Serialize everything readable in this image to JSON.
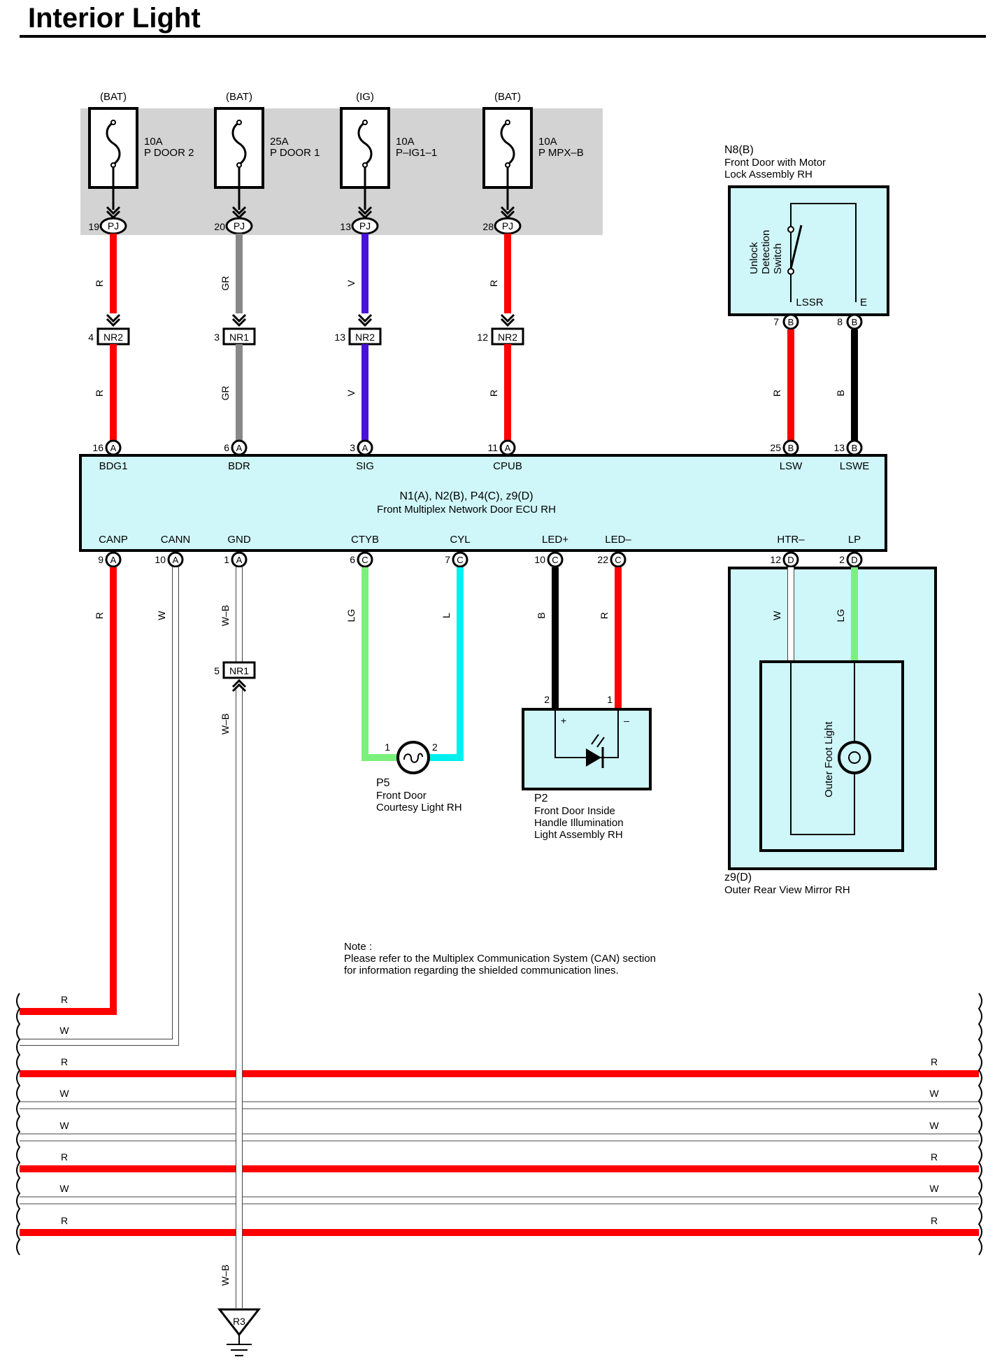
{
  "title": "Interior Light",
  "fuses": [
    {
      "source": "(BAT)",
      "amp": "10A",
      "name": "P DOOR 2",
      "pin": "19",
      "conn": "PJ"
    },
    {
      "source": "(BAT)",
      "amp": "25A",
      "name": "P DOOR 1",
      "pin": "20",
      "conn": "PJ"
    },
    {
      "source": "(IG)",
      "amp": "10A",
      "name": "P–IG1–1",
      "pin": "13",
      "conn": "PJ"
    },
    {
      "source": "(BAT)",
      "amp": "10A",
      "name": "P MPX–B",
      "pin": "28",
      "conn": "PJ"
    }
  ],
  "junctions": [
    {
      "pin": "4",
      "conn": "NR2"
    },
    {
      "pin": "3",
      "conn": "NR1"
    },
    {
      "pin": "13",
      "conn": "NR2"
    },
    {
      "pin": "12",
      "conn": "NR2"
    }
  ],
  "ecu": {
    "id": "N1(A), N2(B), P4(C), z9(D)",
    "name": "Front Multiplex Network Door ECU RH",
    "top_pins": [
      {
        "pin": "16",
        "conn": "A",
        "label": "BDG1"
      },
      {
        "pin": "6",
        "conn": "A",
        "label": "BDR"
      },
      {
        "pin": "3",
        "conn": "A",
        "label": "SIG"
      },
      {
        "pin": "11",
        "conn": "A",
        "label": "CPUB"
      },
      {
        "pin": "25",
        "conn": "B",
        "label": "LSW"
      },
      {
        "pin": "13",
        "conn": "B",
        "label": "LSWE"
      }
    ],
    "bottom_pins": [
      {
        "pin": "9",
        "conn": "A",
        "label": "CANP"
      },
      {
        "pin": "10",
        "conn": "A",
        "label": "CANN"
      },
      {
        "pin": "1",
        "conn": "A",
        "label": "GND"
      },
      {
        "pin": "6",
        "conn": "C",
        "label": "CTYB"
      },
      {
        "pin": "7",
        "conn": "C",
        "label": "CYL"
      },
      {
        "pin": "10",
        "conn": "C",
        "label": "LED+"
      },
      {
        "pin": "22",
        "conn": "C",
        "label": "LED–"
      },
      {
        "pin": "12",
        "conn": "D",
        "label": "HTR–"
      },
      {
        "pin": "2",
        "conn": "D",
        "label": "LP"
      }
    ]
  },
  "wire_colors": {
    "R": "#ff0000",
    "GR": "#888888",
    "V": "#4b10dc",
    "B": "#000000",
    "W": "#ffffff",
    "W-B": "#ffffff",
    "LG": "#7cf07c",
    "L": "#00f0f0"
  },
  "wire_labels": {
    "bdg1_upper": "R",
    "bdg1_lower": "R",
    "bdr_upper": "GR",
    "bdr_lower": "GR",
    "sig_upper": "V",
    "sig_lower": "V",
    "cpub_upper": "R",
    "cpub_lower": "R",
    "lsw": "R",
    "lswe": "B",
    "canp": "R",
    "cann": "W",
    "gnd_upper": "W–B",
    "gnd_mid": "W–B",
    "gnd_lower": "W–B",
    "ctyb": "LG",
    "cyl": "L",
    "ledp": "B",
    "ledm": "R",
    "htr": "W",
    "lp": "LG"
  },
  "switch_assembly": {
    "id": "N8(B)",
    "name_line1": "Front Door with Motor",
    "name_line2": "Lock Assembly RH",
    "switch_line1": "Unlock",
    "switch_line2": "Detection",
    "switch_line3": "Switch",
    "term_lssr": "LSSR",
    "term_e": "E",
    "pin_lssr": "7",
    "pin_e": "8",
    "conn": "B"
  },
  "courtesy_light": {
    "id": "P5",
    "name_line1": "Front Door",
    "name_line2": "Courtesy Light RH",
    "pin1": "1",
    "pin2": "2"
  },
  "handle_light": {
    "id": "P2",
    "name_line1": "Front Door Inside",
    "name_line2": "Handle Illumination",
    "name_line3": "Light Assembly RH",
    "pin_plus": "2",
    "pin_minus": "1",
    "sign_plus": "+",
    "sign_minus": "–"
  },
  "mirror": {
    "id": "z9(D)",
    "name": "Outer Rear View Mirror RH",
    "light": "Outer Foot Light"
  },
  "gnd_junction": {
    "pin": "5",
    "conn": "NR1"
  },
  "ground": {
    "label": "R3"
  },
  "note": {
    "line1": "Note :",
    "line2": "Please refer to the Multiplex Communication System (CAN) section",
    "line3": "for information regarding the shielded communication lines."
  },
  "bus_lines": [
    {
      "color": "R",
      "left": "R",
      "right": ""
    },
    {
      "color": "W",
      "left": "W",
      "right": ""
    },
    {
      "color": "R",
      "left": "R",
      "right": "R"
    },
    {
      "color": "W",
      "left": "W",
      "right": "W"
    },
    {
      "color": "W",
      "left": "W",
      "right": "W"
    },
    {
      "color": "R",
      "left": "R",
      "right": "R"
    },
    {
      "color": "W",
      "left": "W",
      "right": "W"
    },
    {
      "color": "R",
      "left": "R",
      "right": "R"
    }
  ]
}
